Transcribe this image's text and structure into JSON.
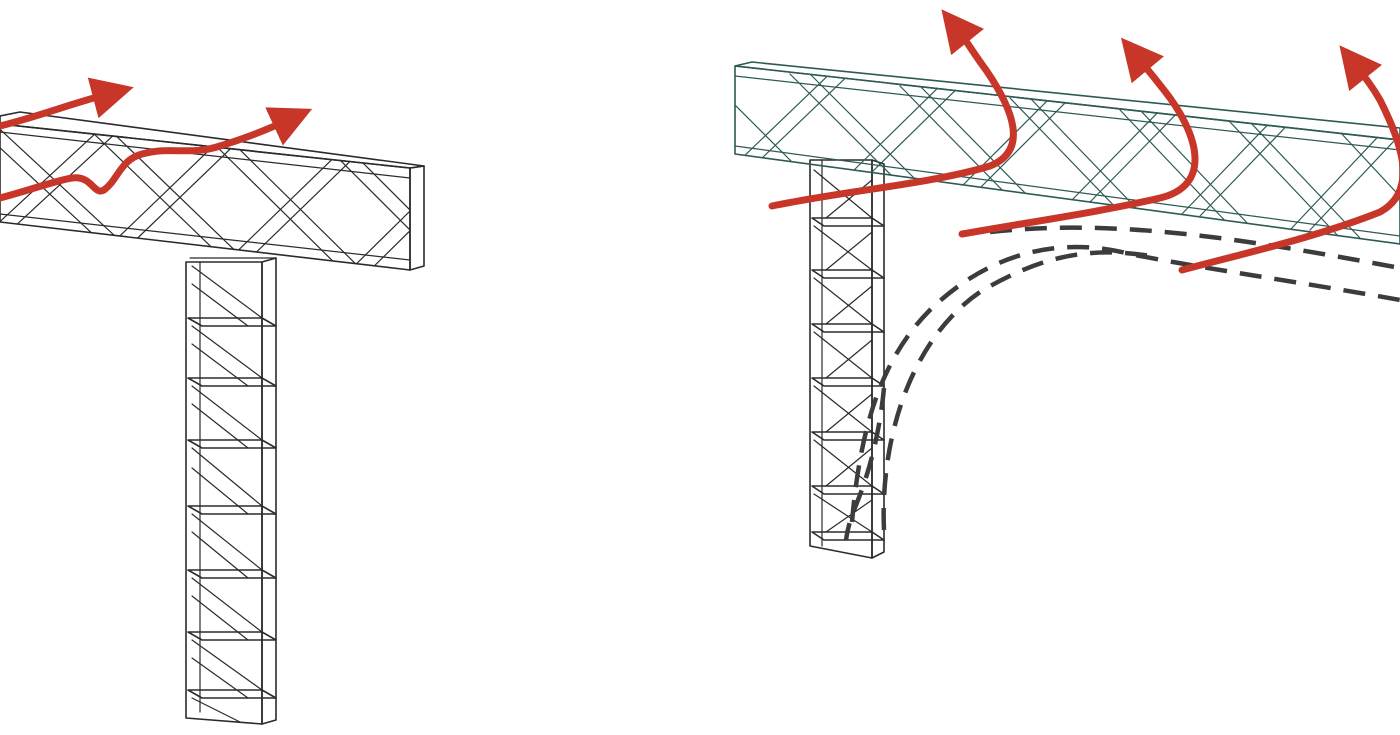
{
  "colors": {
    "background": "#ffffff",
    "wireframe": "#2b2b2b",
    "flow_arrow": "#c8362a",
    "slab_fill": "#4f8c84",
    "slab_edge": "#2e5a55",
    "dashed_path": "#3c3c3c"
  },
  "panels": [
    {
      "id": "left",
      "slab_filled": false,
      "column_segments": 7,
      "flow_arrows": 2,
      "dashed_paths": 0
    },
    {
      "id": "right",
      "slab_filled": true,
      "column_segments": 7,
      "flow_arrows": 3,
      "dashed_paths": 3
    }
  ]
}
